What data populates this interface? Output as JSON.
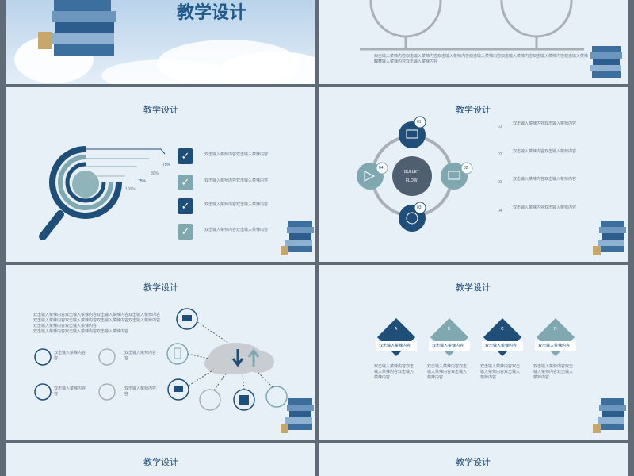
{
  "slides": {
    "cover": {
      "title": "教学设计"
    },
    "s2": {
      "text": "双击输入菜辣内容双击输入菜辣内容双击输入菜辣内容双击输入菜辣内容双击输入菜辣内容双击输入菜辣内容双击输入菜辣内容",
      "text2": "双击输入菜辣内容双击输入菜辣内容"
    },
    "s3": {
      "title": "教学设计",
      "pcts": [
        "75%",
        "80%",
        "75%",
        "100%"
      ],
      "items": [
        "双击输入菜辣内容双击输入菜辣内容",
        "双击输入菜辣内容双击输入菜辣内容",
        "双击输入菜辣内容双击输入菜辣内容",
        "双击输入菜辣内容双击输入菜辣内容"
      ]
    },
    "s4": {
      "title": "教学设计",
      "center1": "BULLET",
      "center2": "FLOW",
      "nodes": [
        "01",
        "02",
        "03",
        "04"
      ],
      "rows": [
        {
          "num": "01",
          "text": "双击输入菜辣内容双击输入菜辣内容"
        },
        {
          "num": "02",
          "text": "双击输入菜辣内容双击输入菜辣内容"
        },
        {
          "num": "03",
          "text": "双击输入菜辣内容双击输入菜辣内容"
        },
        {
          "num": "04",
          "text": "双击输入菜辣内容双击输入菜辣内容"
        }
      ]
    },
    "s5": {
      "title": "教学设计",
      "para": [
        "双击输入菜辣内容双击输入菜辣内容双击输入菜辣内容双击输入菜辣内容",
        "双击输入菜辣内容双击输入菜辣内容双击输入菜辣内容双击输入菜辣内容",
        "双击输入菜辣内容双击输入菜辣内容",
        "双击输入菜辣内容双击输入菜辣内容双击输入菜辣内容"
      ],
      "feat": [
        "双击输入菜辣内容",
        "双击输入菜辣内容",
        "双击输入菜辣内容",
        "双击输入菜辣内容"
      ],
      "feat2": [
        "容",
        "容",
        "容",
        "容"
      ]
    },
    "s6": {
      "title": "教学设计",
      "cards": [
        {
          "letter": "A",
          "label": "双击输入菜辣内容",
          "desc": [
            "双击输入菜辣内容双击",
            "输入菜辣内容双击输入",
            "菜辣内容"
          ]
        },
        {
          "letter": "B",
          "label": "双击输入菜辣内容",
          "desc": [
            "双击输入菜辣内容双击",
            "输入菜辣内容双击输入",
            "菜辣内容"
          ]
        },
        {
          "letter": "C",
          "label": "双击输入菜辣内容",
          "desc": [
            "双击输入菜辣内容双击",
            "输入菜辣内容双击输入",
            "菜辣内容"
          ]
        },
        {
          "letter": "D",
          "label": "双击输入菜辣内容",
          "desc": [
            "双击输入菜辣内容双击",
            "输入菜辣内容双击输入",
            "菜辣内容"
          ]
        }
      ]
    },
    "s7": {
      "title": "教学设计"
    },
    "s8": {
      "title": "教学设计"
    }
  },
  "colors": {
    "navy": "#1f4e79",
    "teal": "#7fa8b0",
    "gray": "#a9b0b8"
  }
}
